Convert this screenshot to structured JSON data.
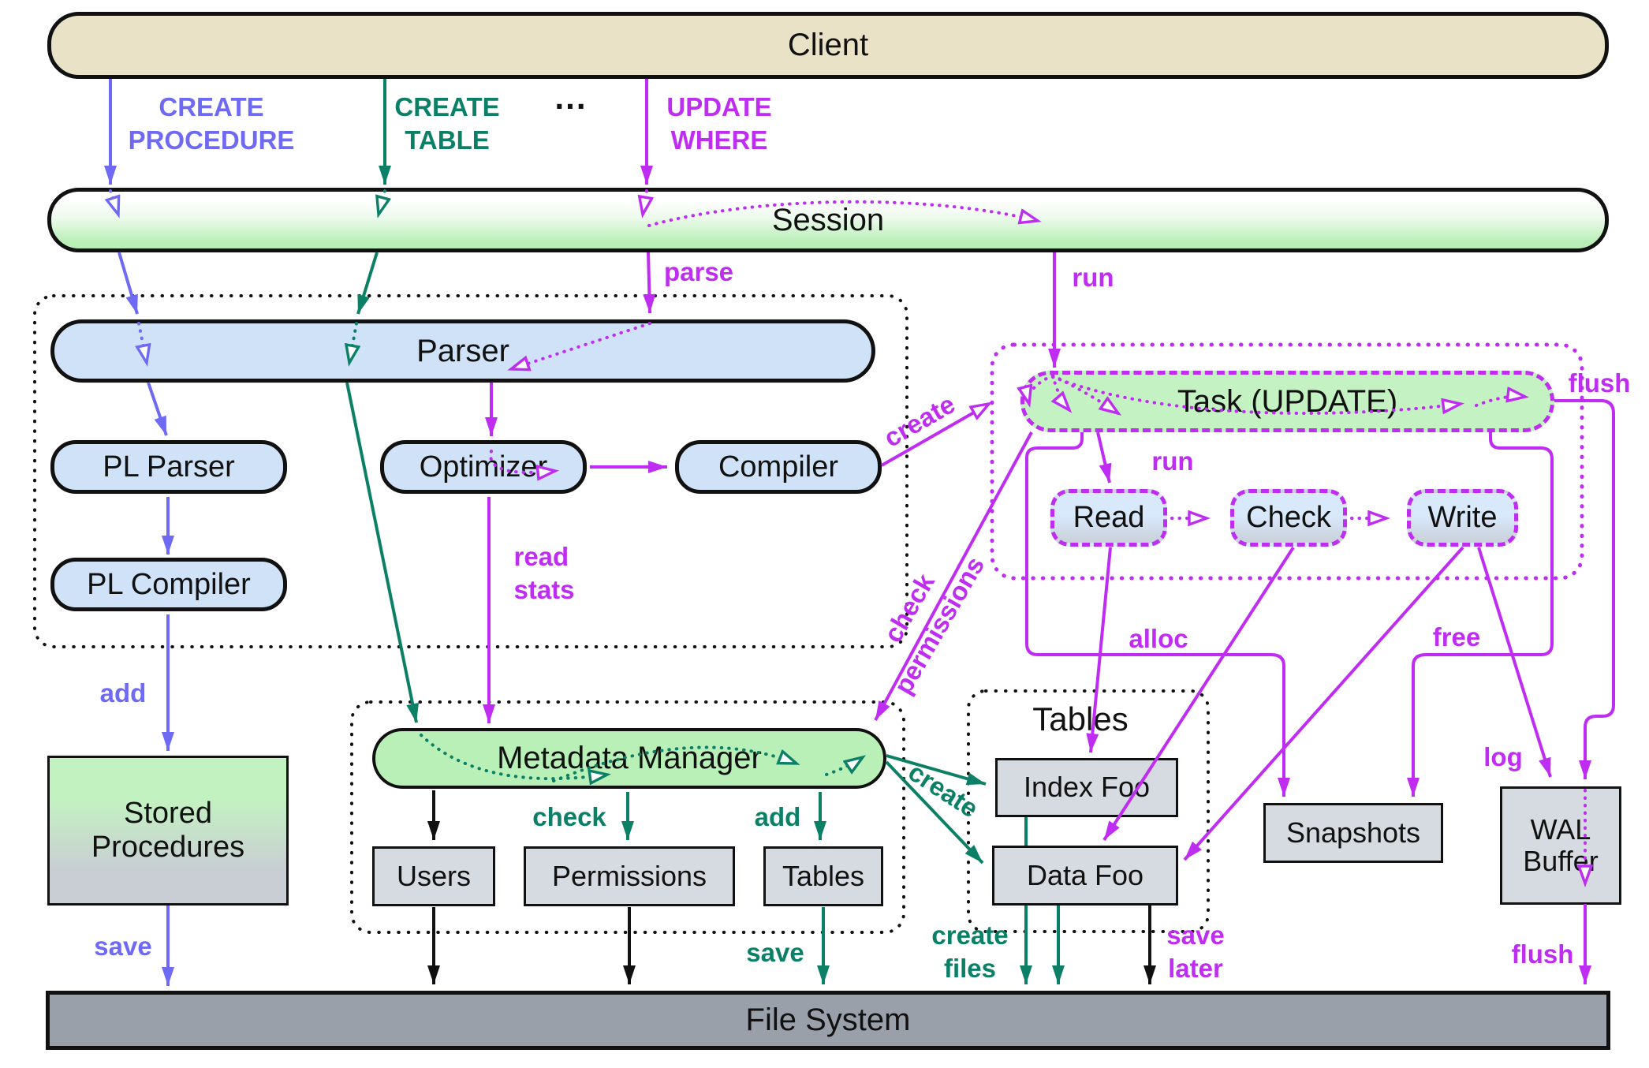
{
  "nodes": {
    "client": {
      "label": "Client"
    },
    "session": {
      "label": "Session"
    },
    "parser": {
      "label": "Parser"
    },
    "pl_parser": {
      "label": "PL Parser"
    },
    "pl_compiler": {
      "label": "PL Compiler"
    },
    "optimizer": {
      "label": "Optimizer"
    },
    "compiler": {
      "label": "Compiler"
    },
    "task": {
      "label": "Task (UPDATE)"
    },
    "read": {
      "label": "Read"
    },
    "check": {
      "label": "Check"
    },
    "write": {
      "label": "Write"
    },
    "metadata_manager": {
      "label": "Metadata Manager"
    },
    "users": {
      "label": "Users"
    },
    "permissions": {
      "label": "Permissions"
    },
    "tables": {
      "label": "Tables"
    },
    "stored_procedures": {
      "line1": "Stored",
      "line2": "Procedures"
    },
    "index_foo": {
      "label": "Index Foo"
    },
    "data_foo": {
      "label": "Data Foo"
    },
    "snapshots": {
      "label": "Snapshots"
    },
    "wal_buffer": {
      "line1": "WAL",
      "line2": "Buffer"
    },
    "file_system": {
      "label": "File System"
    }
  },
  "groups": {
    "tables_group_title": "Tables"
  },
  "edge_labels": {
    "create_procedure": {
      "line1": "CREATE",
      "line2": "PROCEDURE"
    },
    "create_table": {
      "line1": "CREATE",
      "line2": "TABLE"
    },
    "ellipsis": "...",
    "update_where": {
      "line1": "UPDATE",
      "line2": "WHERE"
    },
    "parse": "parse",
    "run_session": "run",
    "create_task": "create",
    "run_task": "run",
    "flush_top": "flush",
    "read_stats": {
      "line1": "read",
      "line2": "stats"
    },
    "check_permissions": {
      "line1": "check",
      "line2": "permissions"
    },
    "alloc": "alloc",
    "free": "free",
    "log": "log",
    "add_procedure": "add",
    "save_procedure": "save",
    "check_meta": "check",
    "add_meta": "add",
    "create_meta": "create",
    "save_tables": "save",
    "create_files": {
      "line1": "create",
      "line2": "files"
    },
    "save_later": {
      "line1": "save",
      "line2": "later"
    },
    "flush_bottom": "flush"
  },
  "colors": {
    "blue_flow": "#6F6AF3",
    "teal_flow": "#0B8066",
    "magenta_flow": "#BE2DF1",
    "black_flow": "#111111",
    "client_fill": "#E9E2C6",
    "session_green": "#B9EFB7",
    "parser_blue": "#D0E2F7",
    "task_green": "#C5F2C3",
    "metadata_green": "#B9F0B8",
    "gray_box": "#D6DBE1",
    "stored_gradient_top": "#C3F2C1",
    "stored_gradient_bottom": "#C9CDD4",
    "file_system_gray": "#9AA0AA"
  }
}
